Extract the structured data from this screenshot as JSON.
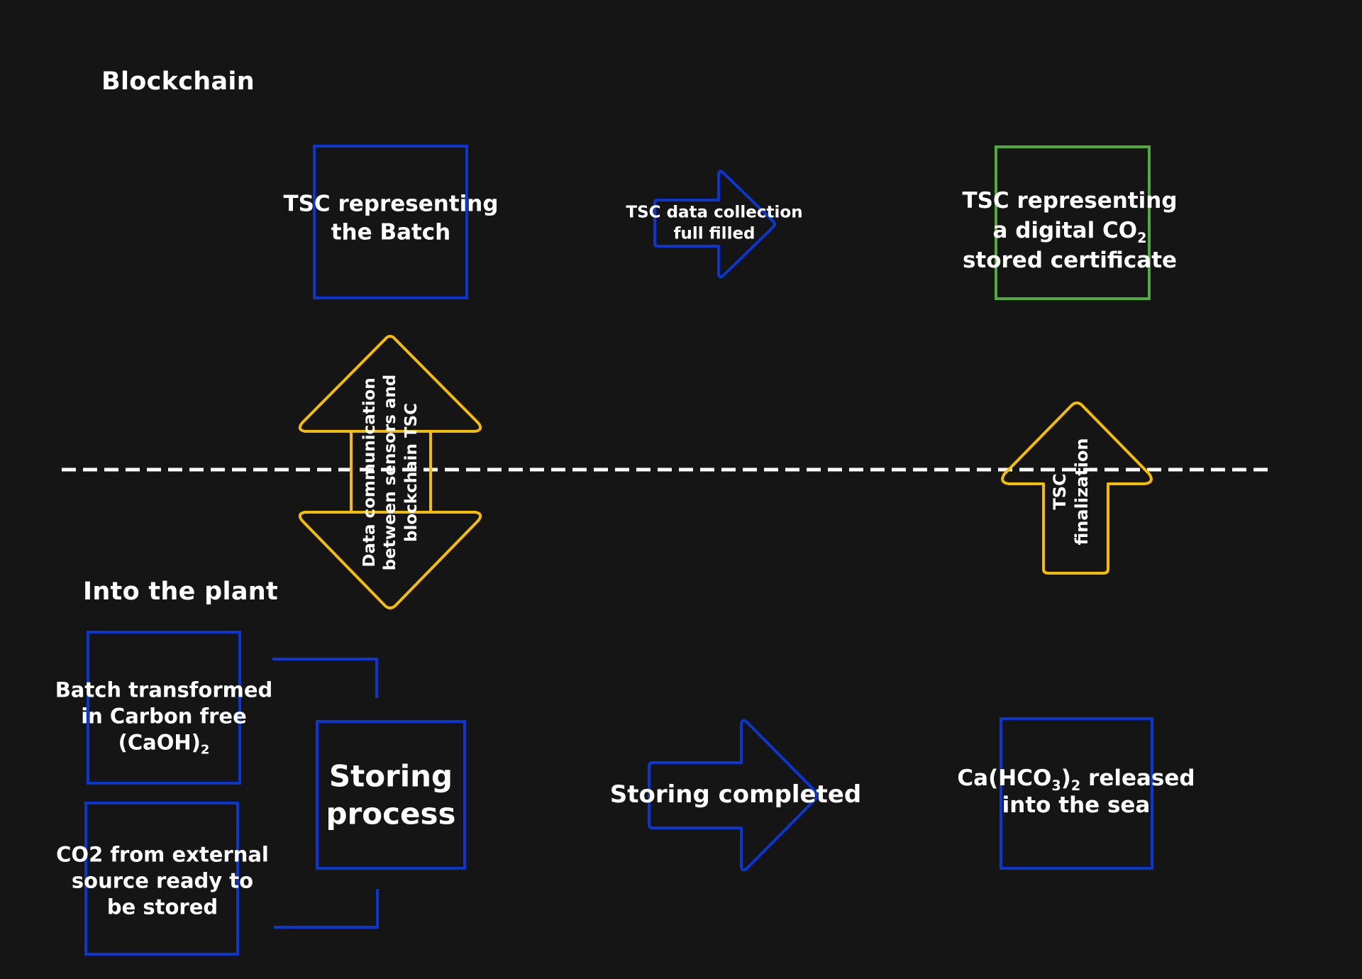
{
  "sections": {
    "blockchain": "Blockchain",
    "plant": "Into the plant"
  },
  "blockchain": {
    "tsc_batch": {
      "line1": "TSC representing",
      "line2": "the Batch"
    },
    "data_collection_arrow": {
      "line1": "TSC data collection",
      "line2": "full filled"
    },
    "certificate": {
      "line1": "TSC representing",
      "line2_prefix": "a digital CO",
      "line2_sub": "2",
      "line3": "stored certificate"
    }
  },
  "cross_layer": {
    "data_communication": {
      "line1": "Data communication",
      "line2": "between sensors and",
      "line3": "blockchain TSC"
    },
    "finalization": {
      "line1": "TSC",
      "line2": "finalization"
    }
  },
  "plant": {
    "batch_transformed": {
      "line1": "Batch transformed",
      "line2": "in Carbon free",
      "line3_prefix": "(CaOH)",
      "line3_sub": "2"
    },
    "co2_external": {
      "line1": "CO2 from external",
      "line2": "source ready to",
      "line3": "be stored"
    },
    "storing_process": {
      "line1": "Storing",
      "line2": "process"
    },
    "storing_completed": "Storing completed",
    "released": {
      "line1_a": "Ca(HCO",
      "line1_sub1": "3",
      "line1_b": ")",
      "line1_sub2": "2",
      "line1_c": " released",
      "line2": "into the sea"
    }
  },
  "colors": {
    "background": "#151515",
    "blue": "#0a36d1",
    "green": "#4fac3a",
    "yellow": "#f5bd02",
    "dash": "#ffffff"
  }
}
